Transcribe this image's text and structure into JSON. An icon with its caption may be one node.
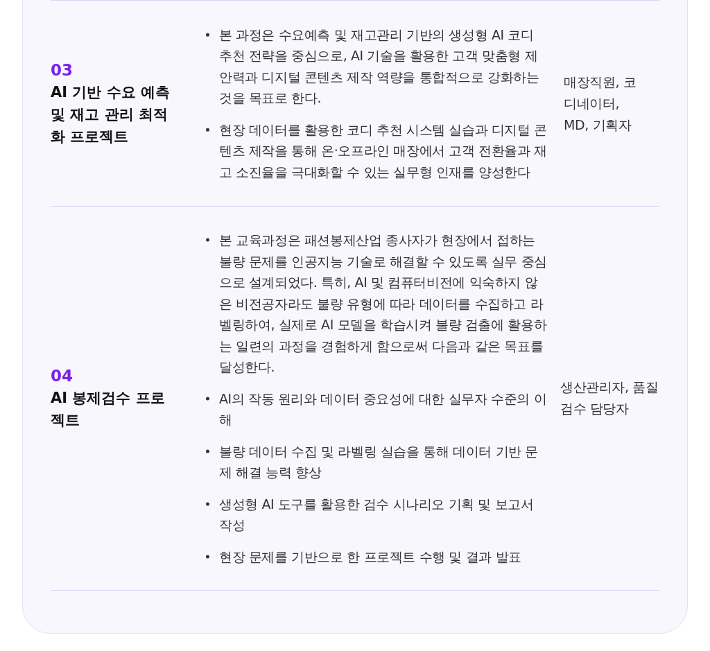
{
  "diagram": {
    "labels": [
      "03",
      "AI 기반 수요 예측 및 재고 관리 최적화 프로젝트",
      "본 과정은 수요예측 및 재고관리 기반의 생성형 AI 코디 추천 전략을 중심으로, AI 기술을 활용한 고객 맞춤형 제안력과 디지털 콘텐츠 제작 역량을 통합적으로 강화하는 것을 목표로 한다.",
      "현장 데이터를 활용한 코디 추천 시스템 실습과 디지털 콘텐츠 제작을 통해 온·오프라인 매장에서 고객 전환율과 재고 소진율을 극대화할 수 있는 실무형 인재를 양성한다",
      "매장직원, 코디네이터, MD, 기획자",
      "04",
      "AI 봉제검수 프로젝트",
      "본 교육과정은 패션봉제산업 종사자가 현장에서 접하는 불량 문제를 인공지능 기술로 해결할 수 있도록 실무 중심으로 설계되었다. 특히, AI 및 컴퓨터비전에 익숙하지 않은 비전공자라도 불량 유형에 따라 데이터를 수집하고 라벨링하여, 실제로 AI 모델을 학습시켜 불량 검출에 활용하는 일련의 과정을 경험하게 함으로써 다음과 같은 목표를 달성한다.",
      "AI의 작동 원리와 데이터 중요성에 대한 실무자 수준의 이해",
      "불량 데이터 수집 및 라벨링 실습을 통해 데이터 기반 문제 해결 능력 향상",
      "생성형 AI 도구를 활용한 검수 시나리오 기획 및 보고서 작성",
      "현장 문제를 기반으로 한 프로젝트 수행 및 결과 발표",
      "생산관리자, 품질검수 담당자"
    ]
  }
}
